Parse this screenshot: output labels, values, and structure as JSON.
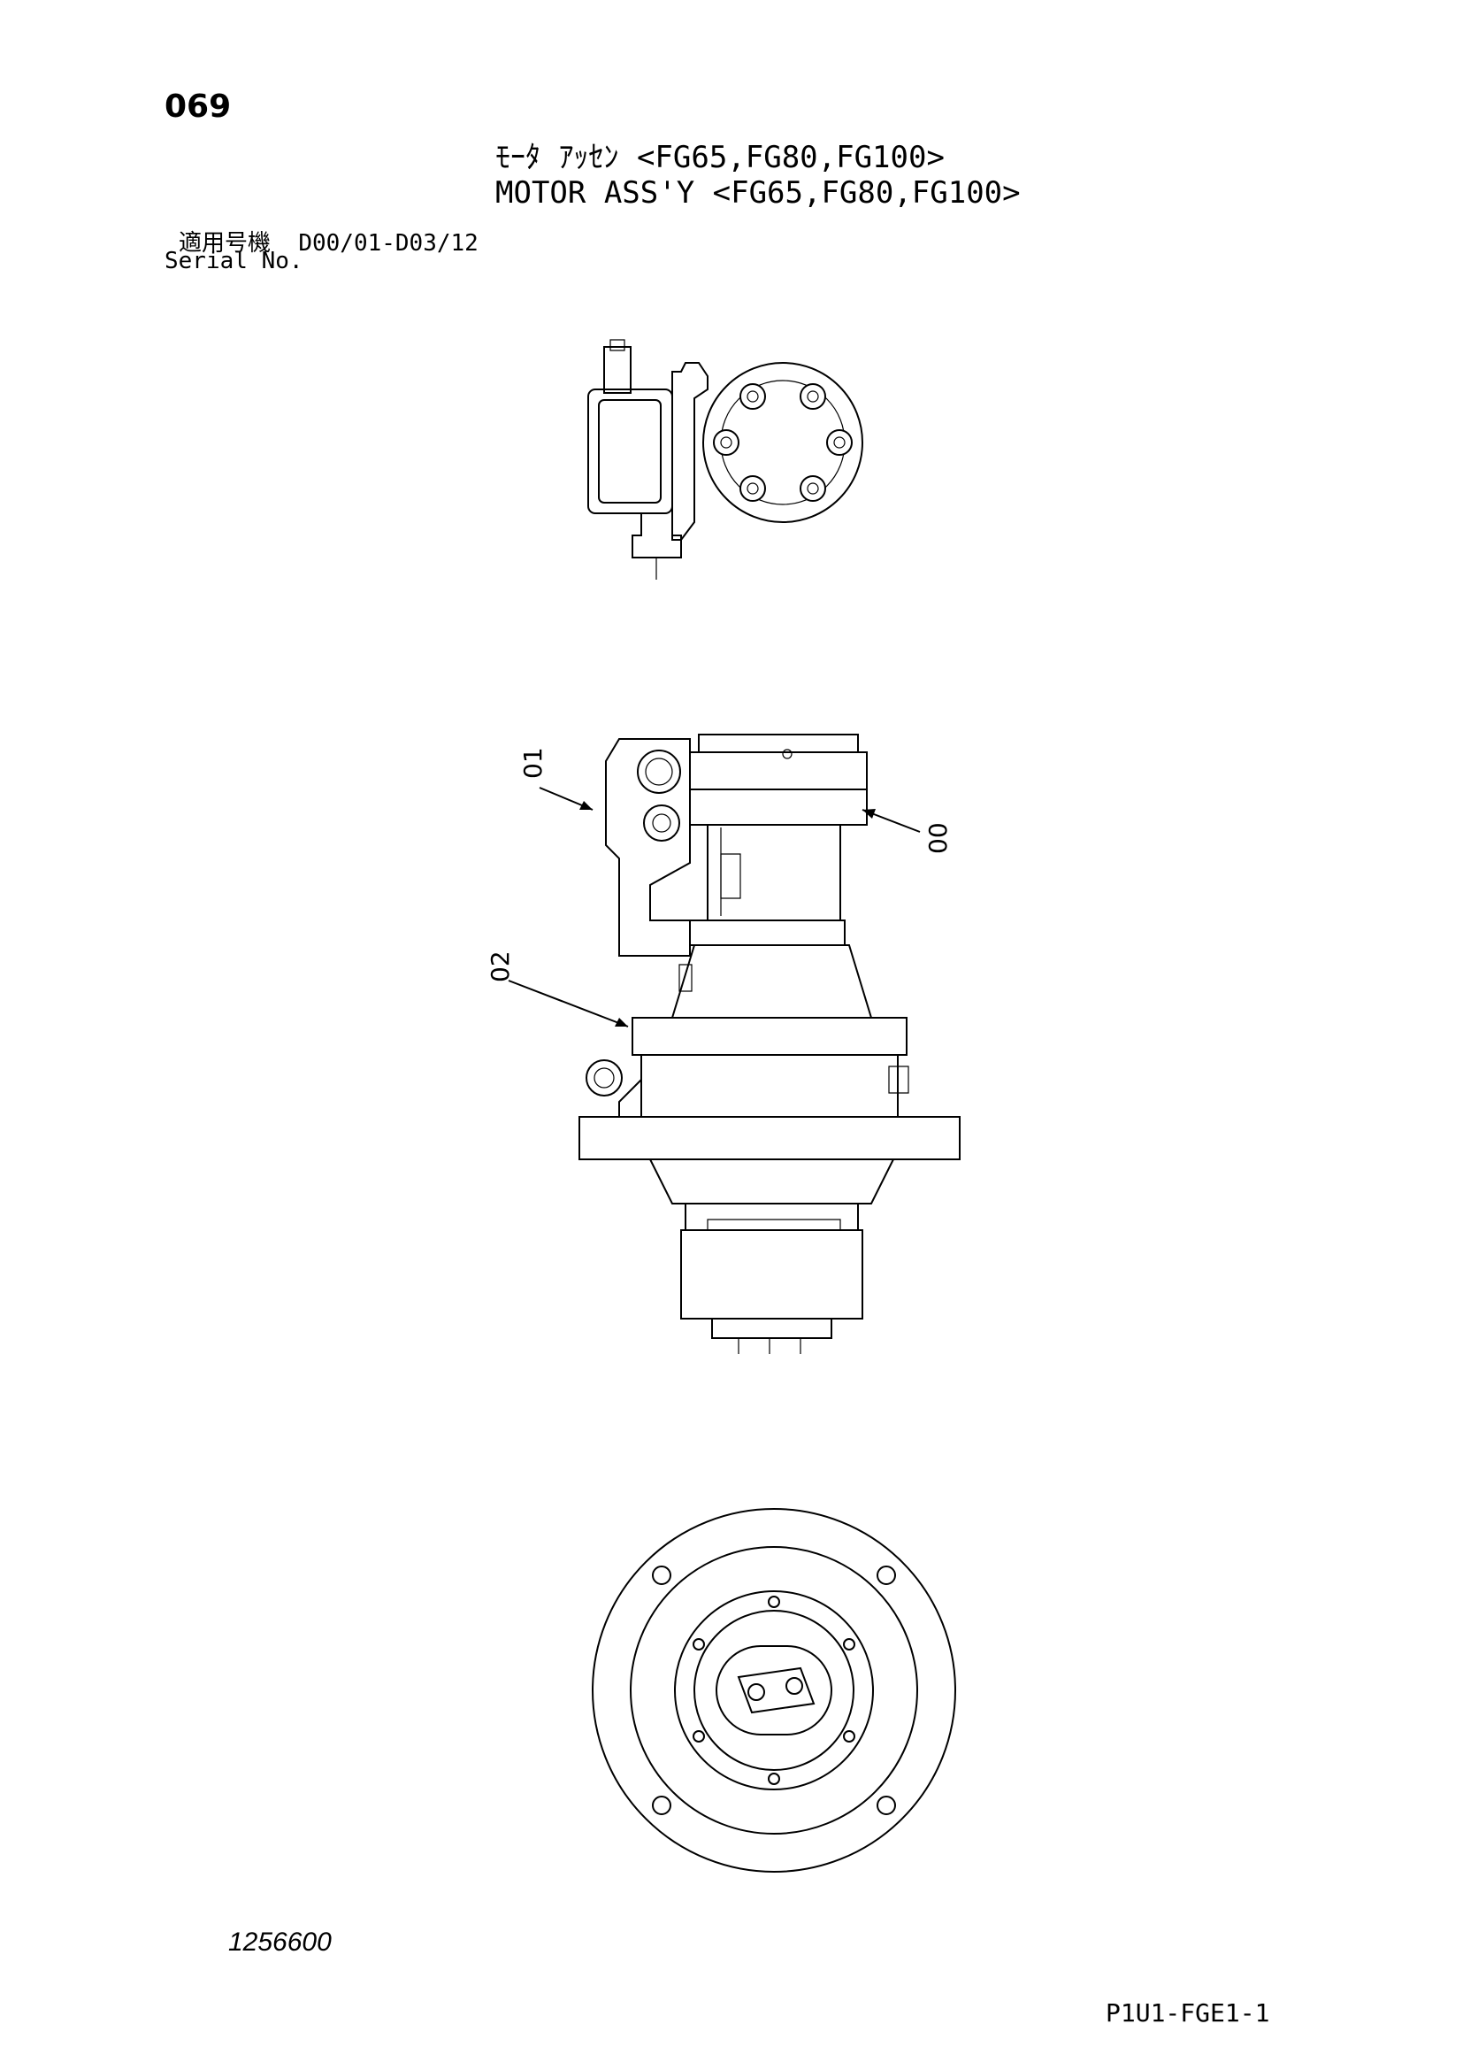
{
  "header": {
    "page_number": "069",
    "title_jp": "ﾓｰﾀ ｱｯｾﾝ <FG65,FG80,FG100>",
    "title_en": "MOTOR ASS'Y <FG65,FG80,FG100>",
    "serial_label_jp": "適用号機",
    "serial_range": "D00/01-D03/12",
    "serial_label_en": "Serial No."
  },
  "callouts": [
    {
      "id": "01",
      "label": "01"
    },
    {
      "id": "00",
      "label": "00"
    },
    {
      "id": "02",
      "label": "02"
    }
  ],
  "footer": {
    "drawing_number": "1256600",
    "sheet_code": "P1U1-FGE1-1"
  }
}
